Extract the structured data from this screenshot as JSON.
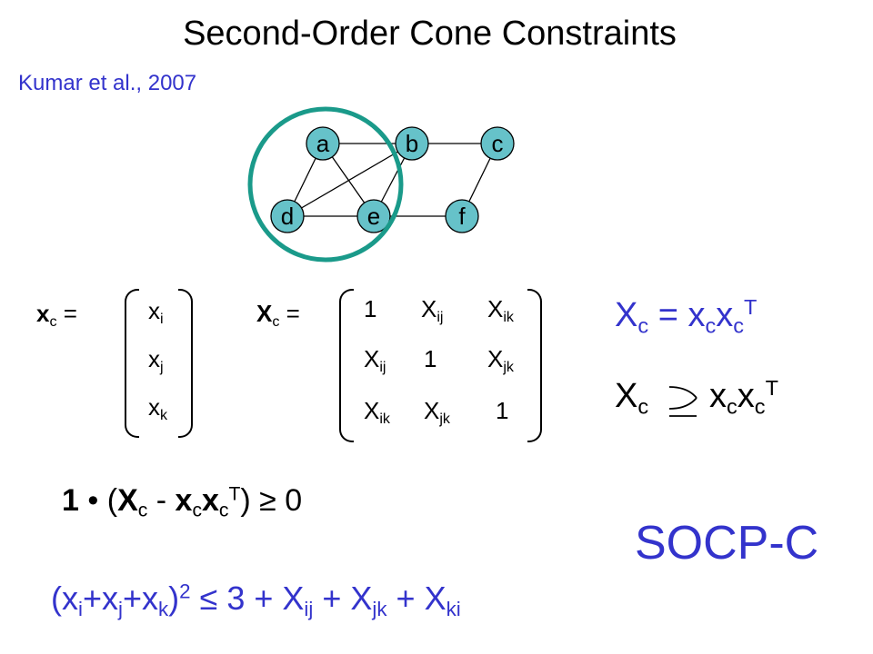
{
  "slide": {
    "title": "Second-Order Cone Constraints",
    "citation": "Kumar et al., 2007"
  },
  "colors": {
    "node_fill": "#66c2c9",
    "clique_circle": "#1a9a8a",
    "accent_text": "#3333cc"
  },
  "graph": {
    "nodes": [
      {
        "id": "a",
        "label": "a"
      },
      {
        "id": "b",
        "label": "b"
      },
      {
        "id": "c",
        "label": "c"
      },
      {
        "id": "d",
        "label": "d"
      },
      {
        "id": "e",
        "label": "e"
      },
      {
        "id": "f",
        "label": "f"
      }
    ],
    "edges": [
      [
        "a",
        "b"
      ],
      [
        "b",
        "c"
      ],
      [
        "a",
        "d"
      ],
      [
        "a",
        "e"
      ],
      [
        "b",
        "d"
      ],
      [
        "b",
        "e"
      ],
      [
        "d",
        "e"
      ],
      [
        "e",
        "f"
      ],
      [
        "c",
        "f"
      ]
    ],
    "highlighted_clique": [
      "a",
      "d",
      "e"
    ]
  },
  "vector_xc": {
    "lhs": {
      "sym": "x",
      "sub": "c",
      "eq": "="
    },
    "entries": [
      {
        "sym": "x",
        "sub": "i"
      },
      {
        "sym": "x",
        "sub": "j"
      },
      {
        "sym": "x",
        "sub": "k"
      }
    ]
  },
  "matrix_Xc": {
    "lhs": {
      "sym": "X",
      "sub": "c",
      "eq": "="
    },
    "rows": [
      [
        {
          "sym": "1",
          "sub": ""
        },
        {
          "sym": "X",
          "sub": "ij"
        },
        {
          "sym": "X",
          "sub": "ik"
        }
      ],
      [
        {
          "sym": "X",
          "sub": "ij"
        },
        {
          "sym": "1",
          "sub": ""
        },
        {
          "sym": "X",
          "sub": "jk"
        }
      ],
      [
        {
          "sym": "X",
          "sub": "ik"
        },
        {
          "sym": "X",
          "sub": "jk"
        },
        {
          "sym": "1",
          "sub": ""
        }
      ]
    ]
  },
  "eq_equality": {
    "lhs": "X",
    "lhs_sub": "c",
    "op": "=",
    "r1": "x",
    "r1_sub": "c",
    "r2": "x",
    "r2_sub": "c",
    "sup": "T"
  },
  "eq_psd": {
    "lhs": "X",
    "lhs_sub": "c",
    "r1": "x",
    "r1_sub": "c",
    "r2": "x",
    "r2_sub": "c",
    "sup": "T"
  },
  "eq_inner": {
    "one": "1",
    "dot": "•",
    "open": "(",
    "X": "X",
    "X_sub": "c",
    "minus": "-",
    "x1": "x",
    "x1_sub": "c",
    "x2": "x",
    "x2_sub": "c",
    "sup": "T",
    "close": ")",
    "geq": "≥",
    "zero": "0"
  },
  "eq_socp": {
    "open": "(x",
    "s1": "i",
    "p1": "+x",
    "s2": "j",
    "p2": "+x",
    "s3": "k",
    "close": ")",
    "exp": "2",
    "rhs1": "≤ 3 + X",
    "r_s1": "ij",
    "rhs2": "+ X",
    "r_s2": "jk",
    "rhs3": "+ X",
    "r_s3": "ki"
  },
  "method_label": "SOCP-C"
}
